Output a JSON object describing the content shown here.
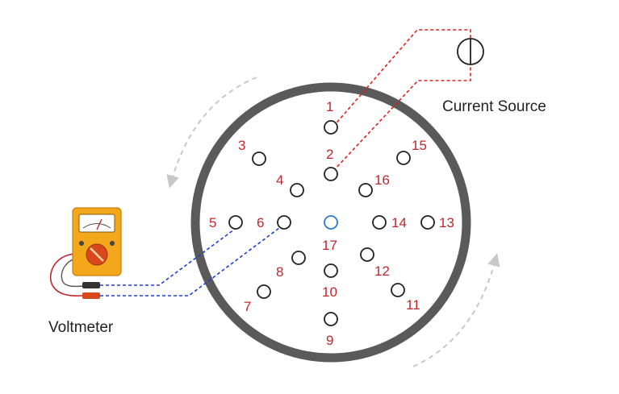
{
  "labels": {
    "current_source": "Current Source",
    "voltmeter": "Voltmeter"
  },
  "electrodes": [
    {
      "id": "1",
      "label": "1"
    },
    {
      "id": "2",
      "label": "2"
    },
    {
      "id": "3",
      "label": "3"
    },
    {
      "id": "4",
      "label": "4"
    },
    {
      "id": "5",
      "label": "5"
    },
    {
      "id": "6",
      "label": "6"
    },
    {
      "id": "7",
      "label": "7"
    },
    {
      "id": "8",
      "label": "8"
    },
    {
      "id": "9",
      "label": "9"
    },
    {
      "id": "10",
      "label": "10"
    },
    {
      "id": "11",
      "label": "11"
    },
    {
      "id": "12",
      "label": "12"
    },
    {
      "id": "13",
      "label": "13"
    },
    {
      "id": "14",
      "label": "14"
    },
    {
      "id": "15",
      "label": "15"
    },
    {
      "id": "16",
      "label": "16"
    },
    {
      "id": "17",
      "label": "17"
    }
  ],
  "colors": {
    "ring": "#5a5a5a",
    "electrode": "#222222",
    "center_electrode": "#2b7bd0",
    "electrode_label": "#c0272d",
    "current_wire": "#e02020",
    "voltage_wire": "#1f3fd6",
    "rotation_arrow": "#c8c8c8",
    "meter_body": "#f3a81c",
    "meter_knob": "#d9481c"
  },
  "icons": {
    "current_source": "current-source-icon",
    "voltmeter": "voltmeter-icon"
  }
}
